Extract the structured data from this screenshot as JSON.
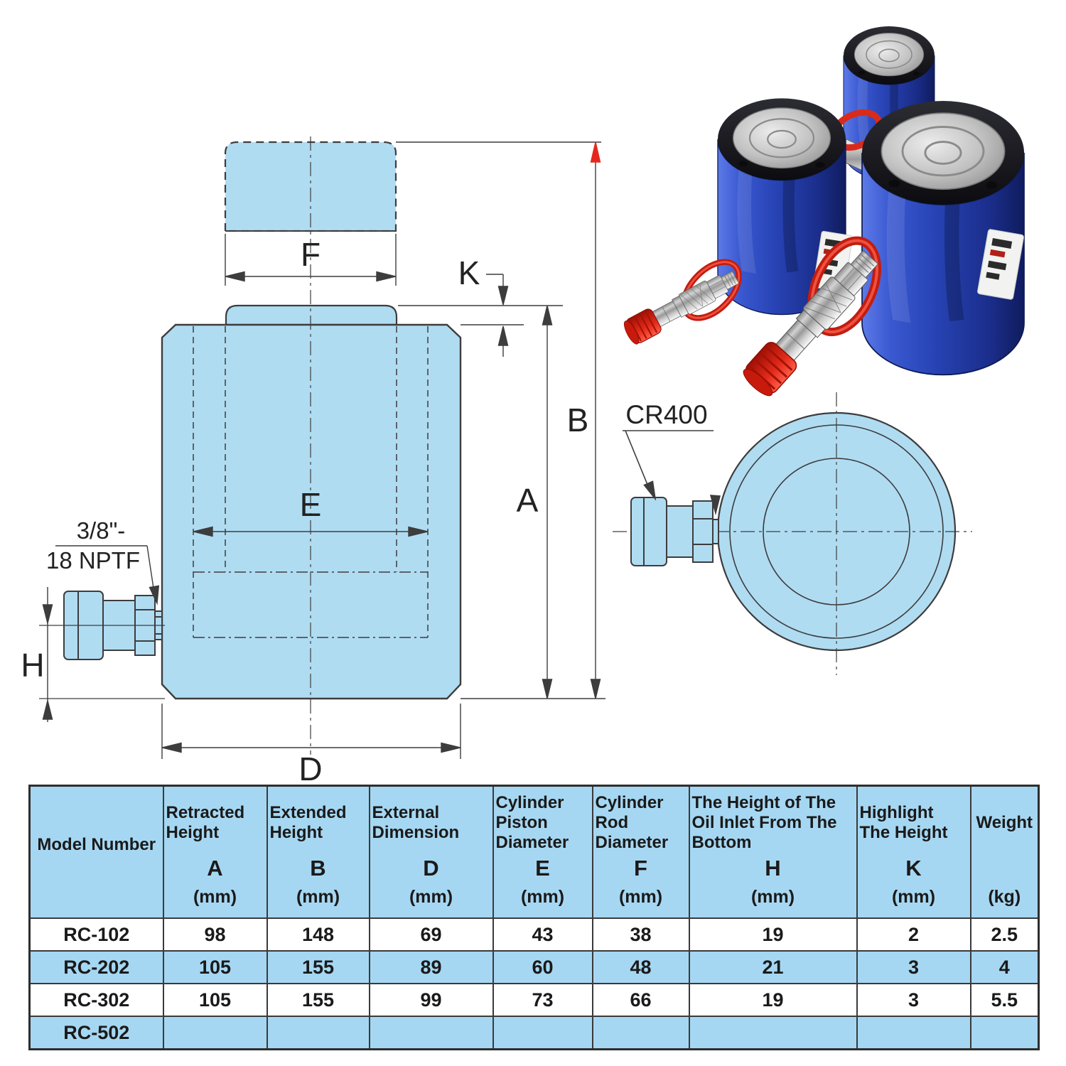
{
  "diagram": {
    "side_view": {
      "dim_labels": {
        "F": "F",
        "K": "K",
        "B": "B",
        "A": "A",
        "E": "E",
        "D": "D",
        "H": "H"
      },
      "port_label": [
        "3/8\"-",
        "18 NPTF"
      ]
    },
    "top_view": {
      "coupling_label": "CR400"
    },
    "colors": {
      "fill": "#b0dcf2",
      "line": "#3d3d3d",
      "red_arrow": "#e5281e"
    }
  },
  "photo": {
    "colors": {
      "body_blue": "#2a49c0",
      "saddle_silver": "#c9c9c9",
      "coupler_red": "#e33122"
    }
  },
  "table": {
    "colors": {
      "header_blue": "#a6d7f2",
      "alt_row_blue": "#a6d7f2",
      "border": "#3a3a3a"
    },
    "columns": [
      {
        "title": "Model Number",
        "letter": "",
        "unit": ""
      },
      {
        "title": "Retracted Height",
        "letter": "A",
        "unit": "(mm)"
      },
      {
        "title": "Extended Height",
        "letter": "B",
        "unit": "(mm)"
      },
      {
        "title": "External Dimension",
        "letter": "D",
        "unit": "(mm)"
      },
      {
        "title": "Cylinder Piston Diameter",
        "letter": "E",
        "unit": "(mm)"
      },
      {
        "title": "Cylinder Rod Diameter",
        "letter": "F",
        "unit": "(mm)"
      },
      {
        "title": "The Height of The Oil Inlet From The Bottom",
        "letter": "H",
        "unit": "(mm)"
      },
      {
        "title": "Highlight The Height",
        "letter": "K",
        "unit": "(mm)"
      },
      {
        "title": "Weight",
        "letter": "",
        "unit": "(kg)"
      }
    ],
    "rows": [
      {
        "model": "RC-102",
        "values": [
          "98",
          "148",
          "69",
          "43",
          "38",
          "19",
          "2",
          "2.5"
        ]
      },
      {
        "model": "RC-202",
        "values": [
          "105",
          "155",
          "89",
          "60",
          "48",
          "21",
          "3",
          "4"
        ]
      },
      {
        "model": "RC-302",
        "values": [
          "105",
          "155",
          "99",
          "73",
          "66",
          "19",
          "3",
          "5.5"
        ]
      },
      {
        "model": "RC-502",
        "values": [
          "",
          "",
          "",
          "",
          "",
          "",
          "",
          ""
        ]
      }
    ]
  }
}
